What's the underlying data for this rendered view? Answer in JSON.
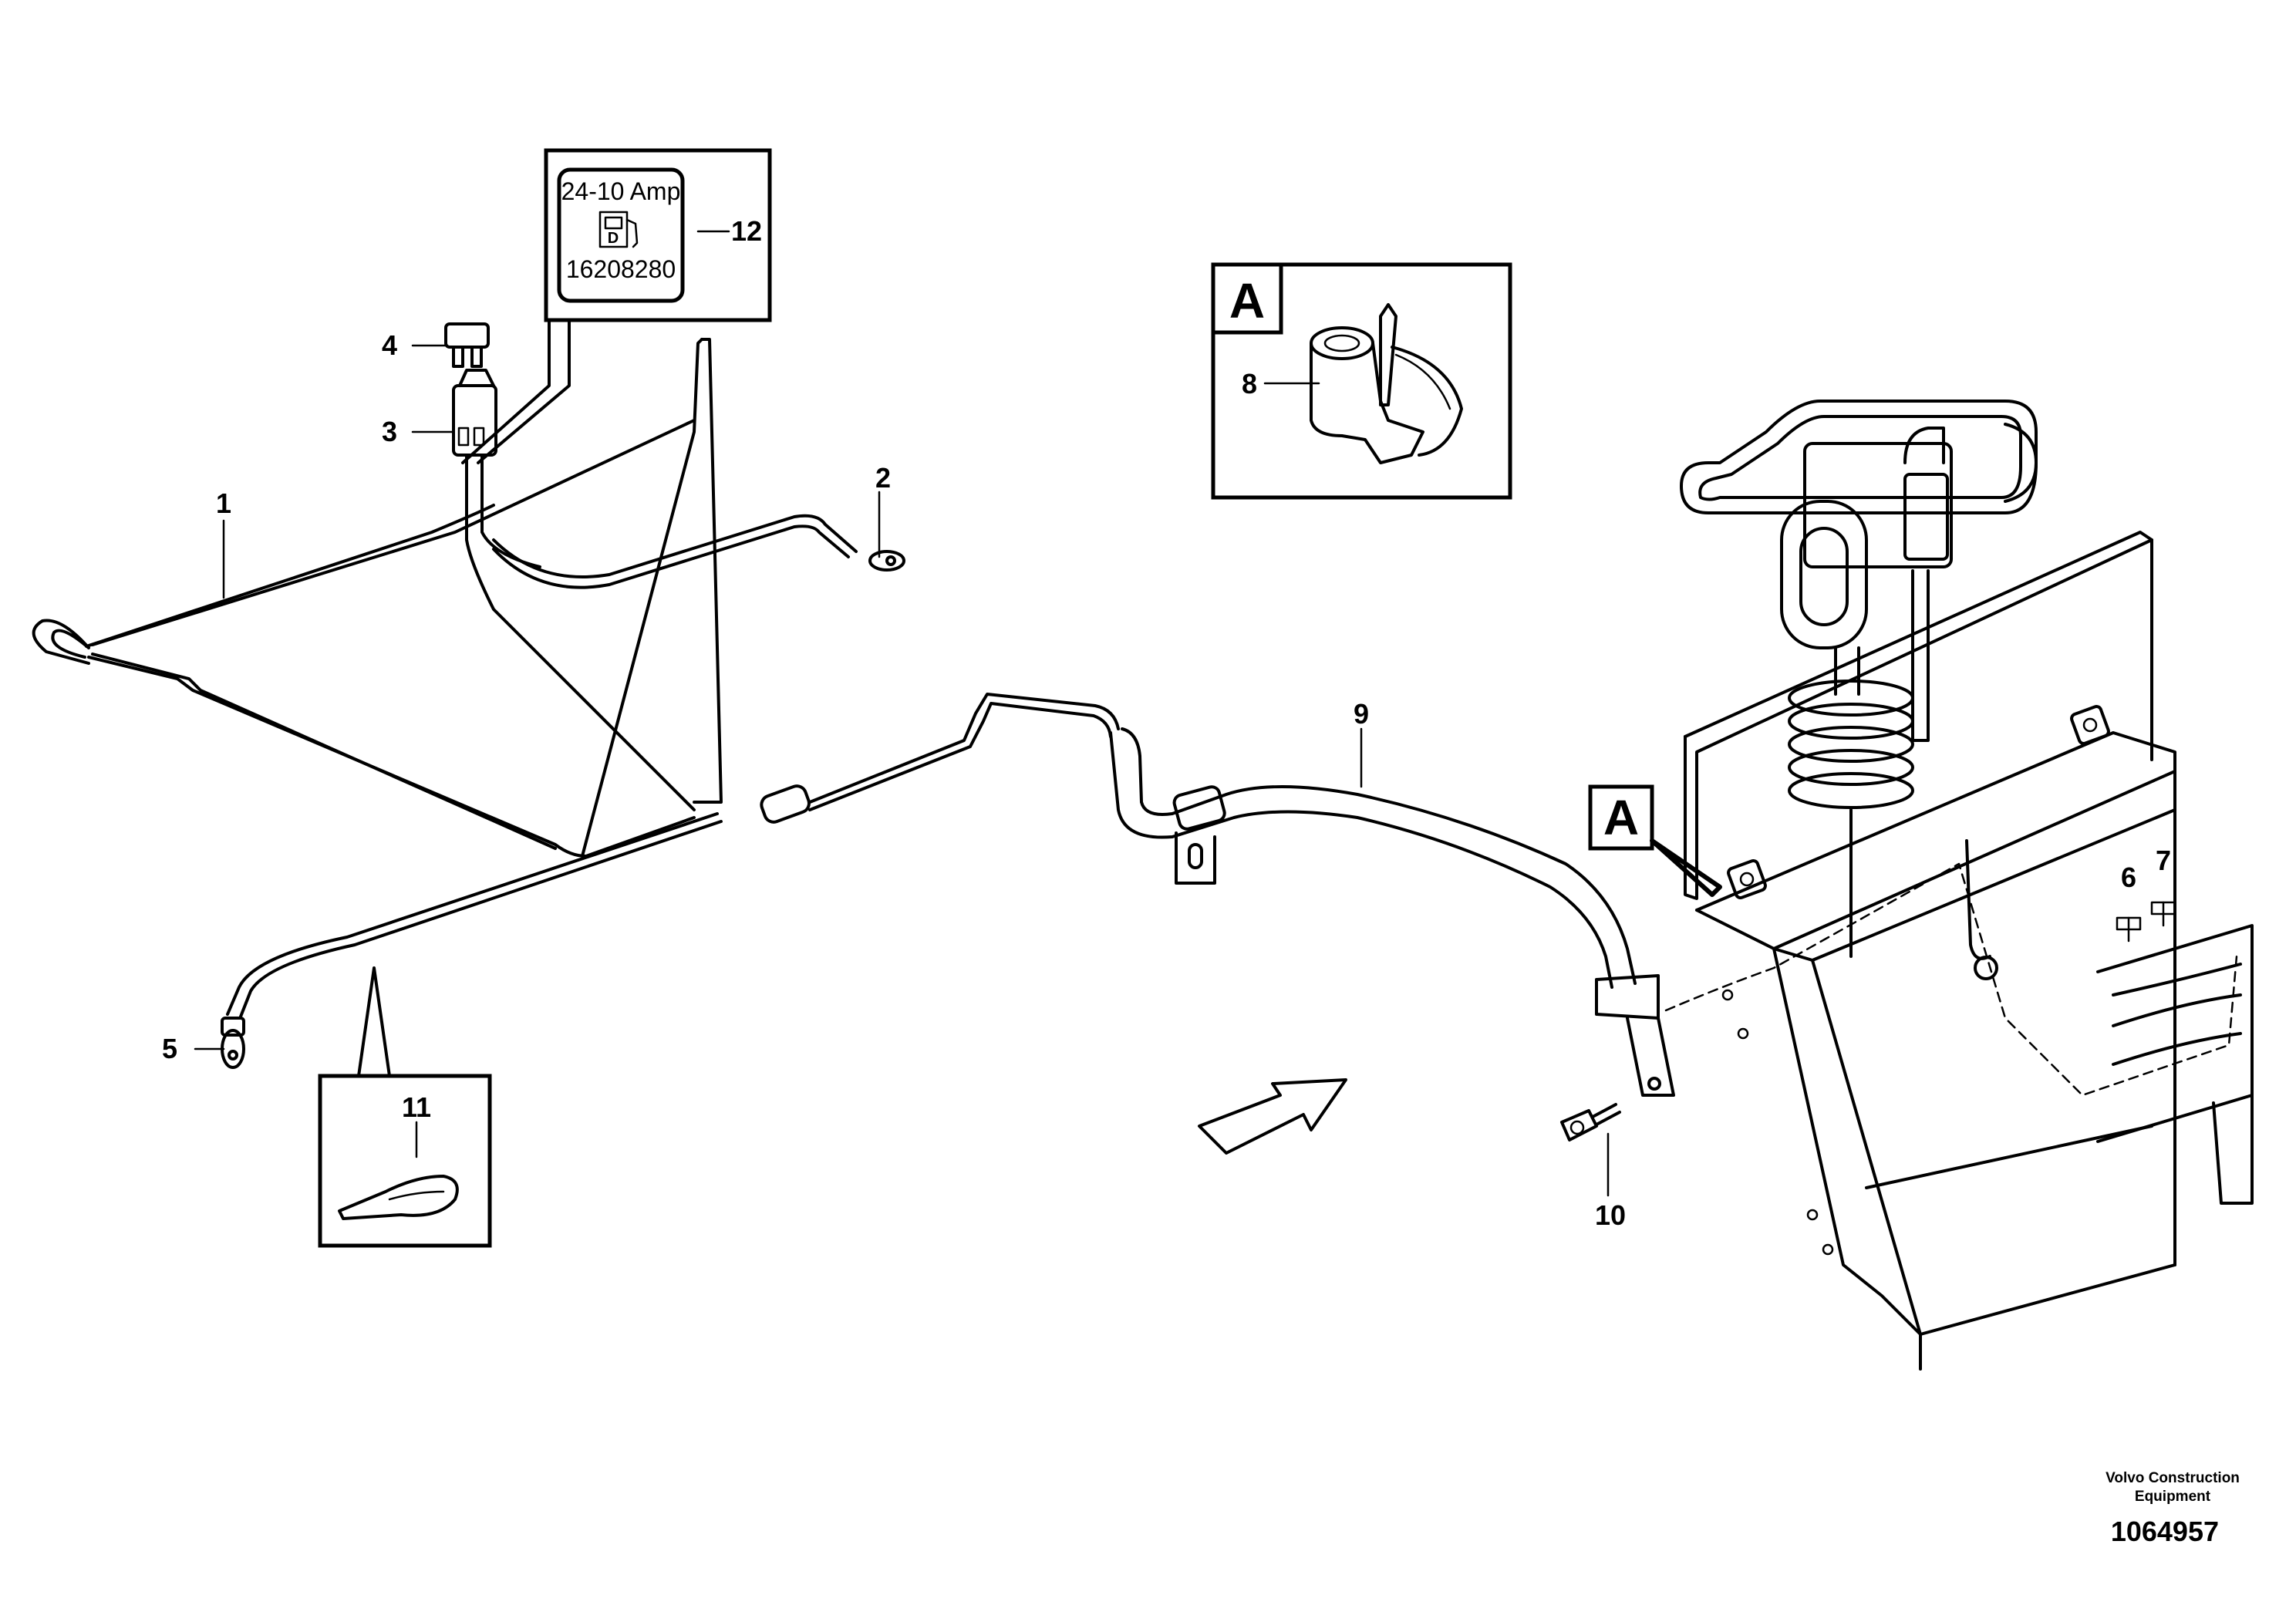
{
  "callouts": {
    "c1": "1",
    "c2": "2",
    "c3": "3",
    "c4": "4",
    "c5": "5",
    "c6": "6",
    "c7": "7",
    "c8": "8",
    "c9": "9",
    "c10": "10",
    "c11": "11",
    "c12": "12"
  },
  "views": {
    "detail_a": "A",
    "marker_a": "A"
  },
  "fuse_label": {
    "rating": "24-10 Amp",
    "icon": "fuel-pump-icon",
    "icon_letter": "D",
    "part_number": "16208280"
  },
  "footer": {
    "brand": "Volvo Construction Equipment",
    "drawing_number": "1064957"
  }
}
